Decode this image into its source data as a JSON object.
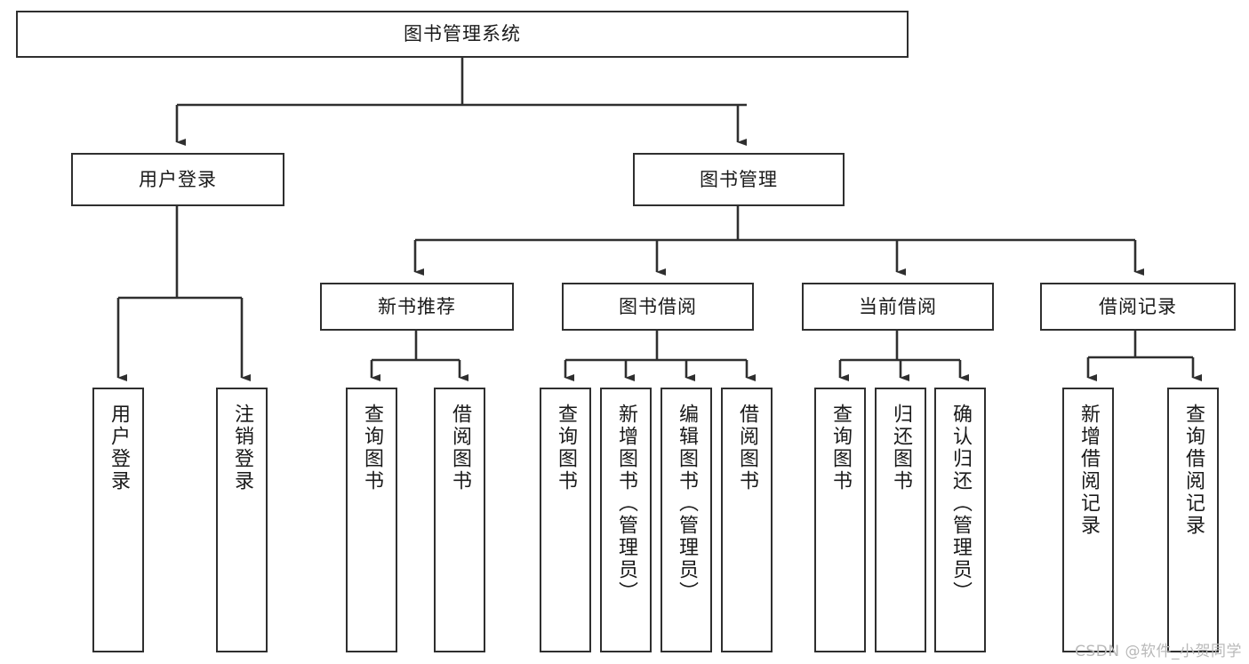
{
  "diagram": {
    "title": "图书管理系统",
    "type": "tree-hierarchy-diagram",
    "root": {
      "label": "图书管理系统"
    },
    "level1": [
      {
        "label": "用户登录"
      },
      {
        "label": "图书管理"
      }
    ],
    "level2": [
      {
        "label": "新书推荐"
      },
      {
        "label": "图书借阅"
      },
      {
        "label": "当前借阅"
      },
      {
        "label": "借阅记录"
      }
    ],
    "leaves": {
      "user_login": [
        {
          "label": "用户登录"
        },
        {
          "label": "注销登录"
        }
      ],
      "new_book_recommend": [
        {
          "label": "查询图书"
        },
        {
          "label": "借阅图书"
        }
      ],
      "book_borrow": [
        {
          "label": "查询图书"
        },
        {
          "label": "新增图书（管理员）"
        },
        {
          "label": "编辑图书（管理员）"
        },
        {
          "label": "借阅图书"
        }
      ],
      "current_borrow": [
        {
          "label": "查询图书"
        },
        {
          "label": "归还图书"
        },
        {
          "label": "确认归还（管理员）"
        }
      ],
      "borrow_record": [
        {
          "label": "新增借阅记录"
        },
        {
          "label": "查询借阅记录"
        }
      ]
    }
  },
  "watermark": {
    "text": "CSDN @软件_小贺同学"
  },
  "colors": {
    "stroke": "#2f2f2f",
    "fill": "#ffffff",
    "text": "#1a1a1a",
    "watermark": "#b9b9b9"
  }
}
